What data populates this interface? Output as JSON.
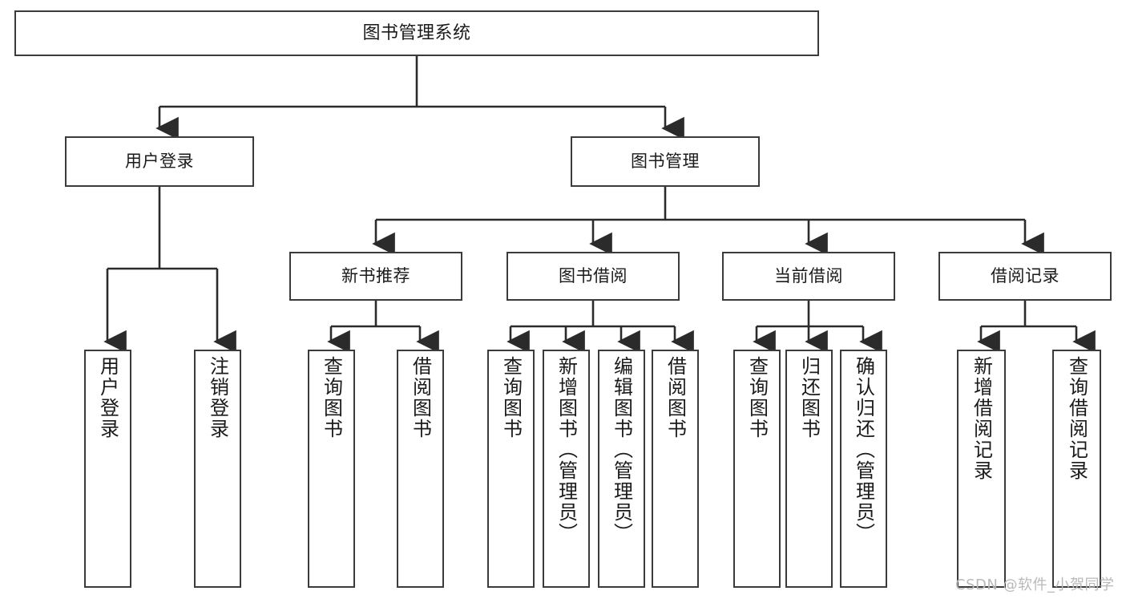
{
  "diagram": {
    "type": "hierarchy-tree",
    "title": "图书管理系统",
    "watermark": "CSDN @软件_小贺同学",
    "colors": {
      "box_border": "#3b3b3b",
      "box_fill": "#ffffff",
      "line": "#2b2b2b",
      "text": "#1a1a1a",
      "watermark": "#b9b9b9",
      "background": "#ffffff"
    },
    "nodes": {
      "root": {
        "label": "图书管理系统"
      },
      "level2": [
        {
          "label": "用户登录"
        },
        {
          "label": "图书管理"
        }
      ],
      "level3": [
        {
          "label": "新书推荐"
        },
        {
          "label": "图书借阅"
        },
        {
          "label": "当前借阅"
        },
        {
          "label": "借阅记录"
        }
      ],
      "leaves": {
        "user_login": [
          {
            "label": "用户登录"
          },
          {
            "label": "注销登录"
          }
        ],
        "new_book_recommend": [
          {
            "label": "查询图书"
          },
          {
            "label": "借阅图书"
          }
        ],
        "book_borrow": [
          {
            "label": "查询图书"
          },
          {
            "label": "新增图书（管理员）"
          },
          {
            "label": "编辑图书（管理员）"
          },
          {
            "label": "借阅图书"
          }
        ],
        "current_borrow": [
          {
            "label": "查询图书"
          },
          {
            "label": "归还图书"
          },
          {
            "label": "确认归还（管理员）"
          }
        ],
        "borrow_record": [
          {
            "label": "新增借阅记录"
          },
          {
            "label": "查询借阅记录"
          }
        ]
      }
    }
  }
}
